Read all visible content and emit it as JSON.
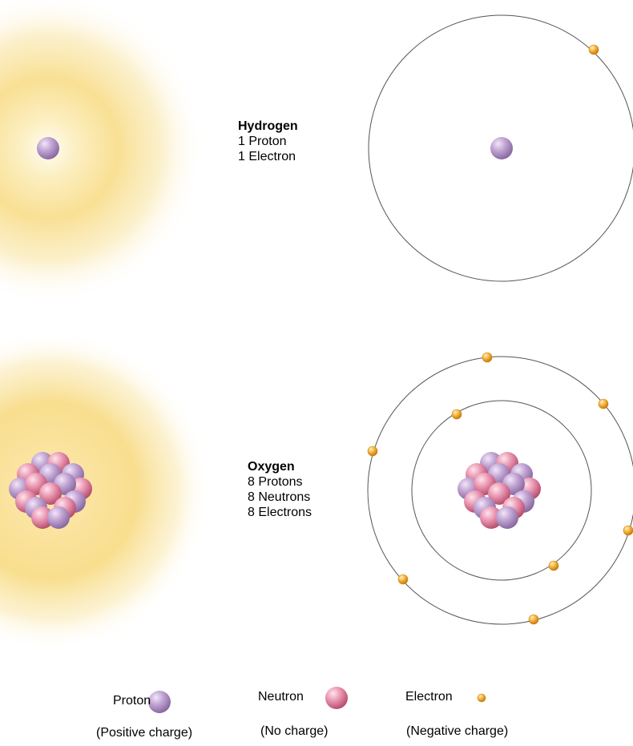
{
  "hydrogen": {
    "name": "Hydrogen",
    "protons": "1 Proton",
    "electrons": "1 Electron"
  },
  "oxygen": {
    "name": "Oxygen",
    "protons": "8 Protons",
    "neutrons": "8 Neutrons",
    "electrons": "8 Electrons"
  },
  "legend": {
    "proton": {
      "label": "Proton",
      "charge": "(Positive charge)"
    },
    "neutron": {
      "label": "Neutron",
      "charge": "(No charge)"
    },
    "electron": {
      "label": "Electron",
      "charge": "(Negative charge)"
    }
  },
  "colors": {
    "cloud": "#f7dc82",
    "proton": "#b79ac9",
    "neutron": "#e38aa8",
    "electron": "#f0a626",
    "orbit": "#555555"
  },
  "icons": {
    "proton": "purple-sphere",
    "neutron": "pink-sphere",
    "electron": "orange-dot"
  }
}
